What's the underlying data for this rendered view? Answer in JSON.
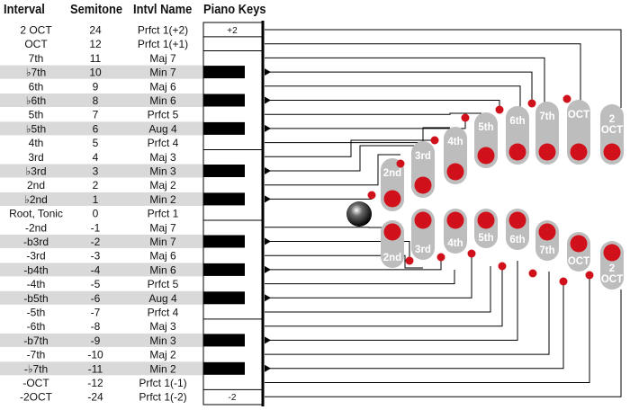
{
  "headers": {
    "interval": "Interval",
    "semitone": "Semitone",
    "name": "Intvl Name",
    "keys": "Piano Keys"
  },
  "rows": [
    {
      "interval": "2 OCT",
      "semitone": "24",
      "name": "Prfct 1(+2)",
      "shaded": false,
      "black": false
    },
    {
      "interval": "OCT",
      "semitone": "12",
      "name": "Prfct 1(+1)",
      "shaded": false,
      "black": false
    },
    {
      "interval": "7th",
      "semitone": "11",
      "name": "Maj 7",
      "shaded": false,
      "black": false
    },
    {
      "interval": "♭7th",
      "semitone": "10",
      "name": "Min 7",
      "shaded": true,
      "black": true
    },
    {
      "interval": "6th",
      "semitone": "9",
      "name": "Maj 6",
      "shaded": false,
      "black": false
    },
    {
      "interval": "♭6th",
      "semitone": "8",
      "name": "Min 6",
      "shaded": true,
      "black": true
    },
    {
      "interval": "5th",
      "semitone": "7",
      "name": "Prfct 5",
      "shaded": false,
      "black": false
    },
    {
      "interval": "♭5th",
      "semitone": "6",
      "name": "Aug 4",
      "shaded": true,
      "black": true
    },
    {
      "interval": "4th",
      "semitone": "5",
      "name": "Prfct 4",
      "shaded": false,
      "black": false
    },
    {
      "interval": "3rd",
      "semitone": "4",
      "name": "Maj 3",
      "shaded": false,
      "black": false
    },
    {
      "interval": "♭3rd",
      "semitone": "3",
      "name": "Min 3",
      "shaded": true,
      "black": true
    },
    {
      "interval": "2nd",
      "semitone": "2",
      "name": "Maj 2",
      "shaded": false,
      "black": false
    },
    {
      "interval": "♭2nd",
      "semitone": "1",
      "name": "Min 2",
      "shaded": true,
      "black": true
    },
    {
      "interval": "Root, Tonic",
      "semitone": "0",
      "name": "Prfct 1",
      "shaded": false,
      "black": false
    },
    {
      "interval": "-2nd",
      "semitone": "-1",
      "name": "Maj 7",
      "shaded": false,
      "black": false
    },
    {
      "interval": "-b3rd",
      "semitone": "-2",
      "name": "Min 7",
      "shaded": true,
      "black": true
    },
    {
      "interval": "-3rd",
      "semitone": "-3",
      "name": "Maj 6",
      "shaded": false,
      "black": false
    },
    {
      "interval": "-b4th",
      "semitone": "-4",
      "name": "Min 6",
      "shaded": true,
      "black": true
    },
    {
      "interval": "-4th",
      "semitone": "-5",
      "name": "Prfct 5",
      "shaded": false,
      "black": false
    },
    {
      "interval": "-b5th",
      "semitone": "-6",
      "name": "Aug 4",
      "shaded": true,
      "black": true
    },
    {
      "interval": "-5th",
      "semitone": "-7",
      "name": "Prfct 4",
      "shaded": false,
      "black": false
    },
    {
      "interval": "-6th",
      "semitone": "-8",
      "name": "Maj 3",
      "shaded": false,
      "black": false
    },
    {
      "interval": "-b7th",
      "semitone": "-9",
      "name": "Min 3",
      "shaded": true,
      "black": true
    },
    {
      "interval": "-7th",
      "semitone": "-10",
      "name": "Maj 2",
      "shaded": false,
      "black": false
    },
    {
      "interval": "-♭7th",
      "semitone": "-11",
      "name": "Min 2",
      "shaded": true,
      "black": true
    },
    {
      "interval": "-OCT",
      "semitone": "-12",
      "name": "Prfct 1(-1)",
      "shaded": false,
      "black": false
    },
    {
      "interval": "-2OCT",
      "semitone": "-24",
      "name": "Prfct 1(-2)",
      "shaded": false,
      "black": false
    }
  ],
  "key_labels": {
    "top": "+2",
    "bottom": "-2"
  },
  "upper_pills": [
    "2nd",
    "3rd",
    "4th",
    "5th",
    "6th",
    "7th",
    "OCT",
    "2\nOCT"
  ],
  "lower_pills": [
    "2nd",
    "3rd",
    "4th",
    "5th",
    "6th",
    "7th",
    "OCT",
    "2\nOCT"
  ],
  "colors": {
    "row_shade": "#d9d9d9",
    "pill": "#bdbdbd",
    "dot": "#d0101a",
    "line": "#000000"
  }
}
